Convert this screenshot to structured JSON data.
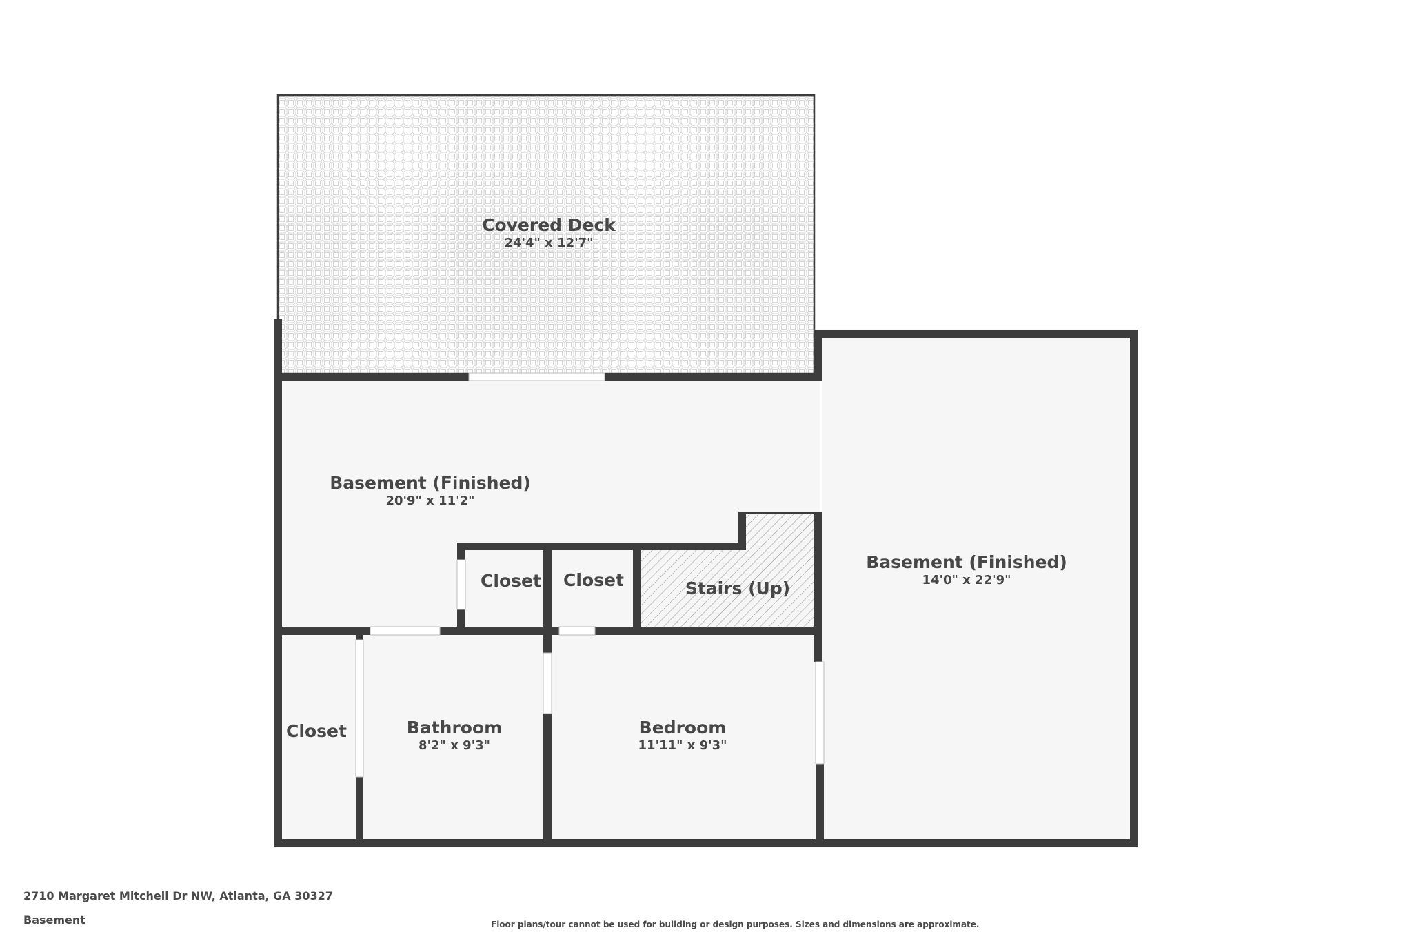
{
  "plan": {
    "level": "Basement",
    "address": "2710 Margaret Mitchell Dr NW, Atlanta, GA 30327",
    "disclaimer": "Floor plans/tour cannot be used for building or design purposes. Sizes and dimensions are approximate.",
    "colors": {
      "wall": "#3d3d3d",
      "floor": "#f6f6f6",
      "deck_pattern": "#d6d6d6",
      "stairs_hatch": "#9a9a9a",
      "door_gap": "#ffffff",
      "text": "#474747"
    }
  },
  "rooms": {
    "covered_deck": {
      "name": "Covered Deck",
      "dimensions": "24'4\" x 12'7\""
    },
    "basement_left": {
      "name": "Basement (Finished)",
      "dimensions": "20'9\" x 11'2\""
    },
    "basement_right": {
      "name": "Basement (Finished)",
      "dimensions": "14'0\" x 22'9\""
    },
    "closet_1": {
      "name": "Closet"
    },
    "closet_2": {
      "name": "Closet"
    },
    "stairs": {
      "name": "Stairs (Up)"
    },
    "closet_3": {
      "name": "Closet"
    },
    "bathroom": {
      "name": "Bathroom",
      "dimensions": "8'2\" x 9'3\""
    },
    "bedroom": {
      "name": "Bedroom",
      "dimensions": "11'11\" x 9'3\""
    }
  }
}
